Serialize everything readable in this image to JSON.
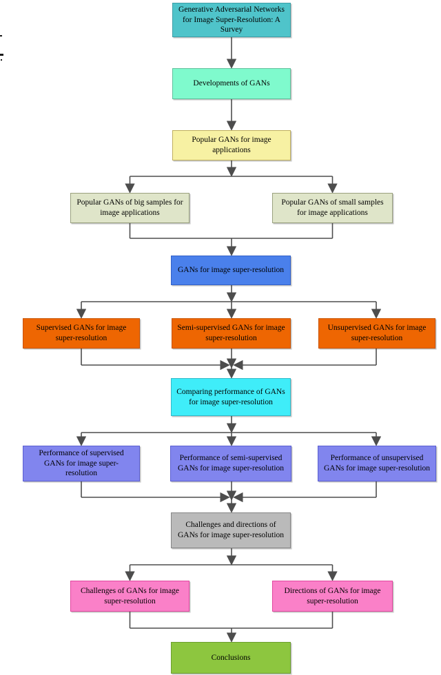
{
  "diagram": {
    "connector_color": "#4d4d4d",
    "nodes": {
      "title": {
        "label": "Generative Adversarial Networks for Image Super-Resolution: A Survey",
        "fill": "#4FC4CA",
        "border": "#3D9EA6"
      },
      "developments": {
        "label": "Developments of GANs",
        "fill": "#7FFACD",
        "border": "#5FBF9B"
      },
      "popular_gans": {
        "label": "Popular GANs for image applications",
        "fill": "#F7F1A3",
        "border": "#BFAE5E"
      },
      "big_samples": {
        "label": "Popular GANs of big samples for image applications",
        "fill": "#DFE5C9",
        "border": "#99A07E"
      },
      "small_samples": {
        "label": "Popular GANs of small samples for image applications",
        "fill": "#DFE5C9",
        "border": "#99A07E"
      },
      "gans_sr": {
        "label": "GANs for image super-resolution",
        "fill": "#4A80EB",
        "border": "#3160C8"
      },
      "supervised": {
        "label": "Supervised GANs for image super-resolution",
        "fill": "#EE6602",
        "border": "#C85200"
      },
      "semi_supervised": {
        "label": "Semi-supervised GANs for image super-resolution",
        "fill": "#EE6602",
        "border": "#C85200"
      },
      "unsupervised": {
        "label": "Unsupervised GANs for image super-resolution",
        "fill": "#EE6602",
        "border": "#C85200"
      },
      "comparing": {
        "label": "Comparing performance of GANs for image super-resolution",
        "fill": "#3FEDF9",
        "border": "#2FB9C9"
      },
      "perf_supervised": {
        "label": "Performance of supervised GANs for image super-resolution",
        "fill": "#8185EE",
        "border": "#5A5ED0"
      },
      "perf_semi": {
        "label": "Performance of semi-supervised GANs for image super-resolution",
        "fill": "#8185EE",
        "border": "#5A5ED0"
      },
      "perf_unsupervised": {
        "label": "Performance of unsupervised GANs for image super-resolution",
        "fill": "#8185EE",
        "border": "#5A5ED0"
      },
      "challenges_dirs": {
        "label": "Challenges and directions of GANs for image super-resolution",
        "fill": "#BABABA",
        "border": "#858585"
      },
      "challenges": {
        "label": "Challenges of GANs for image super-resolution",
        "fill": "#FA80C8",
        "border": "#E0459E"
      },
      "directions": {
        "label": "Directions of GANs for image super-resolution",
        "fill": "#FA80C8",
        "border": "#E0459E"
      },
      "conclusions": {
        "label": "Conclusions",
        "fill": "#8DC63F",
        "border": "#6B9E2E"
      }
    }
  }
}
